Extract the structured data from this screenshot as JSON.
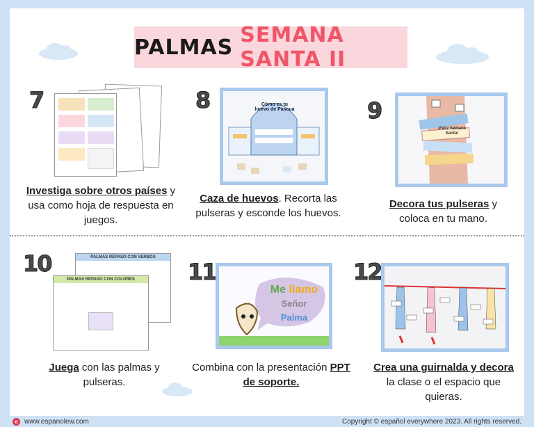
{
  "title": {
    "part1": "PALMAS",
    "part2": "SEMANA SANTA II"
  },
  "activities": [
    {
      "number": "7",
      "strong": "Investiga sobre otros países",
      "rest_a": " y usa como hoja de respuesta en juegos.",
      "rest_b": ""
    },
    {
      "number": "8",
      "strong": "Caza de huevos",
      "rest_a": ". Recorta las pulseras y esconde los huevos.",
      "rest_b": ""
    },
    {
      "number": "9",
      "strong": "Decora tus pulseras",
      "rest_a": " y coloca en tu mano.",
      "rest_b": ""
    },
    {
      "number": "10",
      "strong": "Juega",
      "rest_a": " con las palmas y pulseras.",
      "rest_b": ""
    },
    {
      "number": "11",
      "pre": "Combina con la presentación ",
      "strong": "PPT de soporte.",
      "rest_a": ""
    },
    {
      "number": "12",
      "strong": "Crea una guirnalda y decora",
      "rest_a": " la clase o el espacio que quieras.",
      "rest_b": ""
    }
  ],
  "thumbs": {
    "egg_title": "Cómo es tu huevo de Pascua",
    "bracelet_text": "¡Feliz Semana Santa!",
    "repaso_verbos": "PALMAS REPASO CON VERBOS",
    "repaso_colores": "PALMAS REPASO CON COLORES",
    "ppt_line1": "Me",
    "ppt_line2": "llamo",
    "ppt_line3": "Señor",
    "ppt_line4": "Palma"
  },
  "footer": {
    "website": "www.espanolew.com",
    "copyright": "Copyright © español everywhere 2023. All rights reserved."
  },
  "colors": {
    "background": "#cfe2f5",
    "title_bg": "#fad7dc",
    "accent": "#f0566a",
    "thumb_border": "#a9c8ee"
  }
}
